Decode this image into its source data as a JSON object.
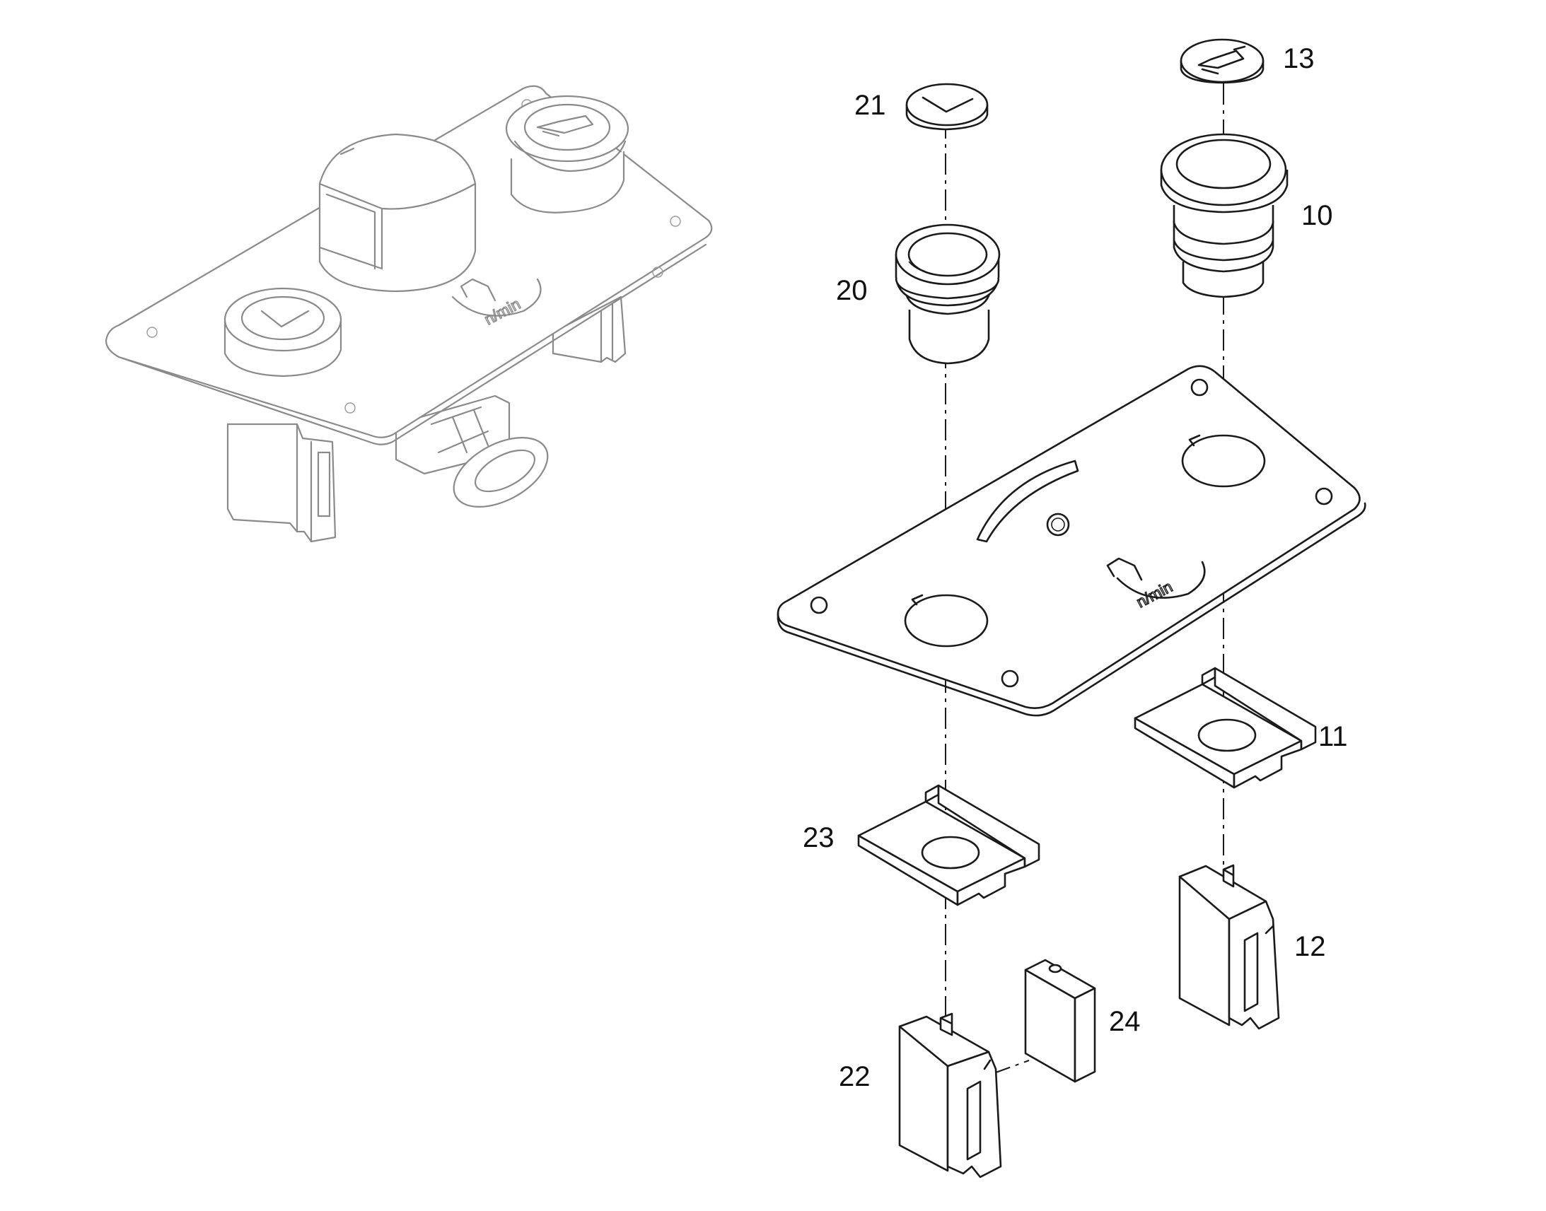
{
  "callouts": [
    {
      "id": "c21",
      "text": "21"
    },
    {
      "id": "c13",
      "text": "13"
    },
    {
      "id": "c10",
      "text": "10"
    },
    {
      "id": "c20",
      "text": "20"
    },
    {
      "id": "c11",
      "text": "11"
    },
    {
      "id": "c23",
      "text": "23"
    },
    {
      "id": "c12",
      "text": "12"
    },
    {
      "id": "c24",
      "text": "24"
    },
    {
      "id": "c22",
      "text": "22"
    }
  ],
  "panel_symbol_text": "n/min",
  "icons": [
    "check-symbol-icon",
    "horn-symbol-icon",
    "engine-speed-symbol-icon"
  ]
}
